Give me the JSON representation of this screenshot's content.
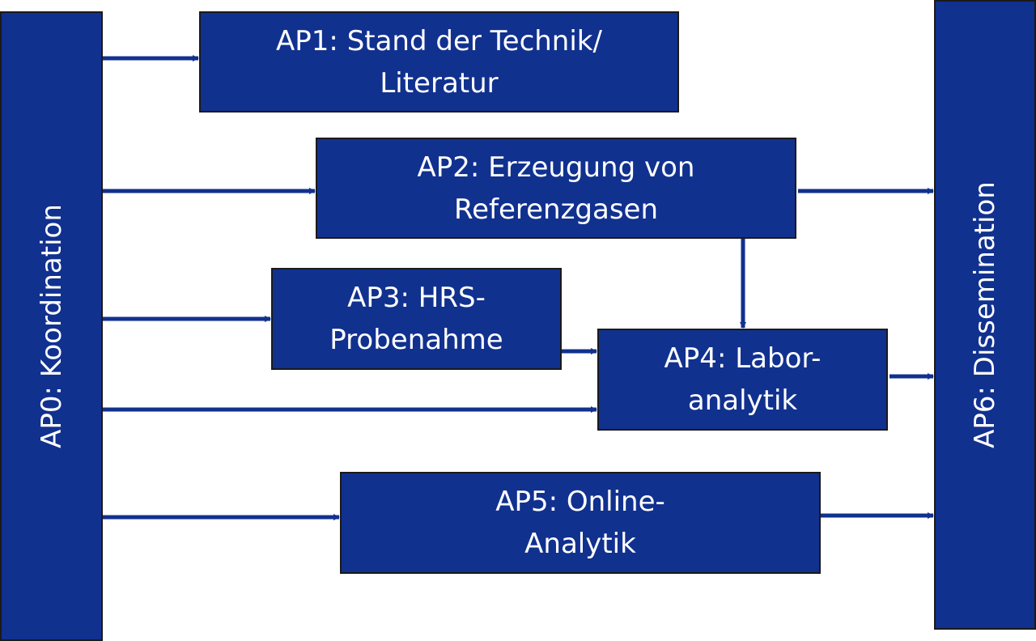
{
  "colors": {
    "box_fill": "#11318f",
    "box_border": "#1a1a1a",
    "arrow": "#11318f",
    "text": "#ffffff"
  },
  "boxes": {
    "ap0": {
      "label": "AP0: Koordination"
    },
    "ap1": {
      "line1": "AP1: Stand der Technik/",
      "line2": "Literatur"
    },
    "ap2": {
      "line1": "AP2: Erzeugung von",
      "line2": "Referenzgasen"
    },
    "ap3": {
      "line1": "AP3: HRS-",
      "line2": "Probenahme"
    },
    "ap4": {
      "line1": "AP4: Labor-",
      "line2": "analytik"
    },
    "ap5": {
      "line1": "AP5: Online-",
      "line2": "Analytik"
    },
    "ap6": {
      "label": "AP6: Dissemination"
    }
  },
  "connections": [
    {
      "from": "ap0",
      "to": "ap1"
    },
    {
      "from": "ap0",
      "to": "ap2"
    },
    {
      "from": "ap0",
      "to": "ap3"
    },
    {
      "from": "ap0",
      "to": "ap4"
    },
    {
      "from": "ap0",
      "to": "ap5"
    },
    {
      "from": "ap2",
      "to": "ap4"
    },
    {
      "from": "ap3",
      "to": "ap4"
    },
    {
      "from": "ap2",
      "to": "ap6"
    },
    {
      "from": "ap4",
      "to": "ap6"
    },
    {
      "from": "ap5",
      "to": "ap6"
    }
  ]
}
